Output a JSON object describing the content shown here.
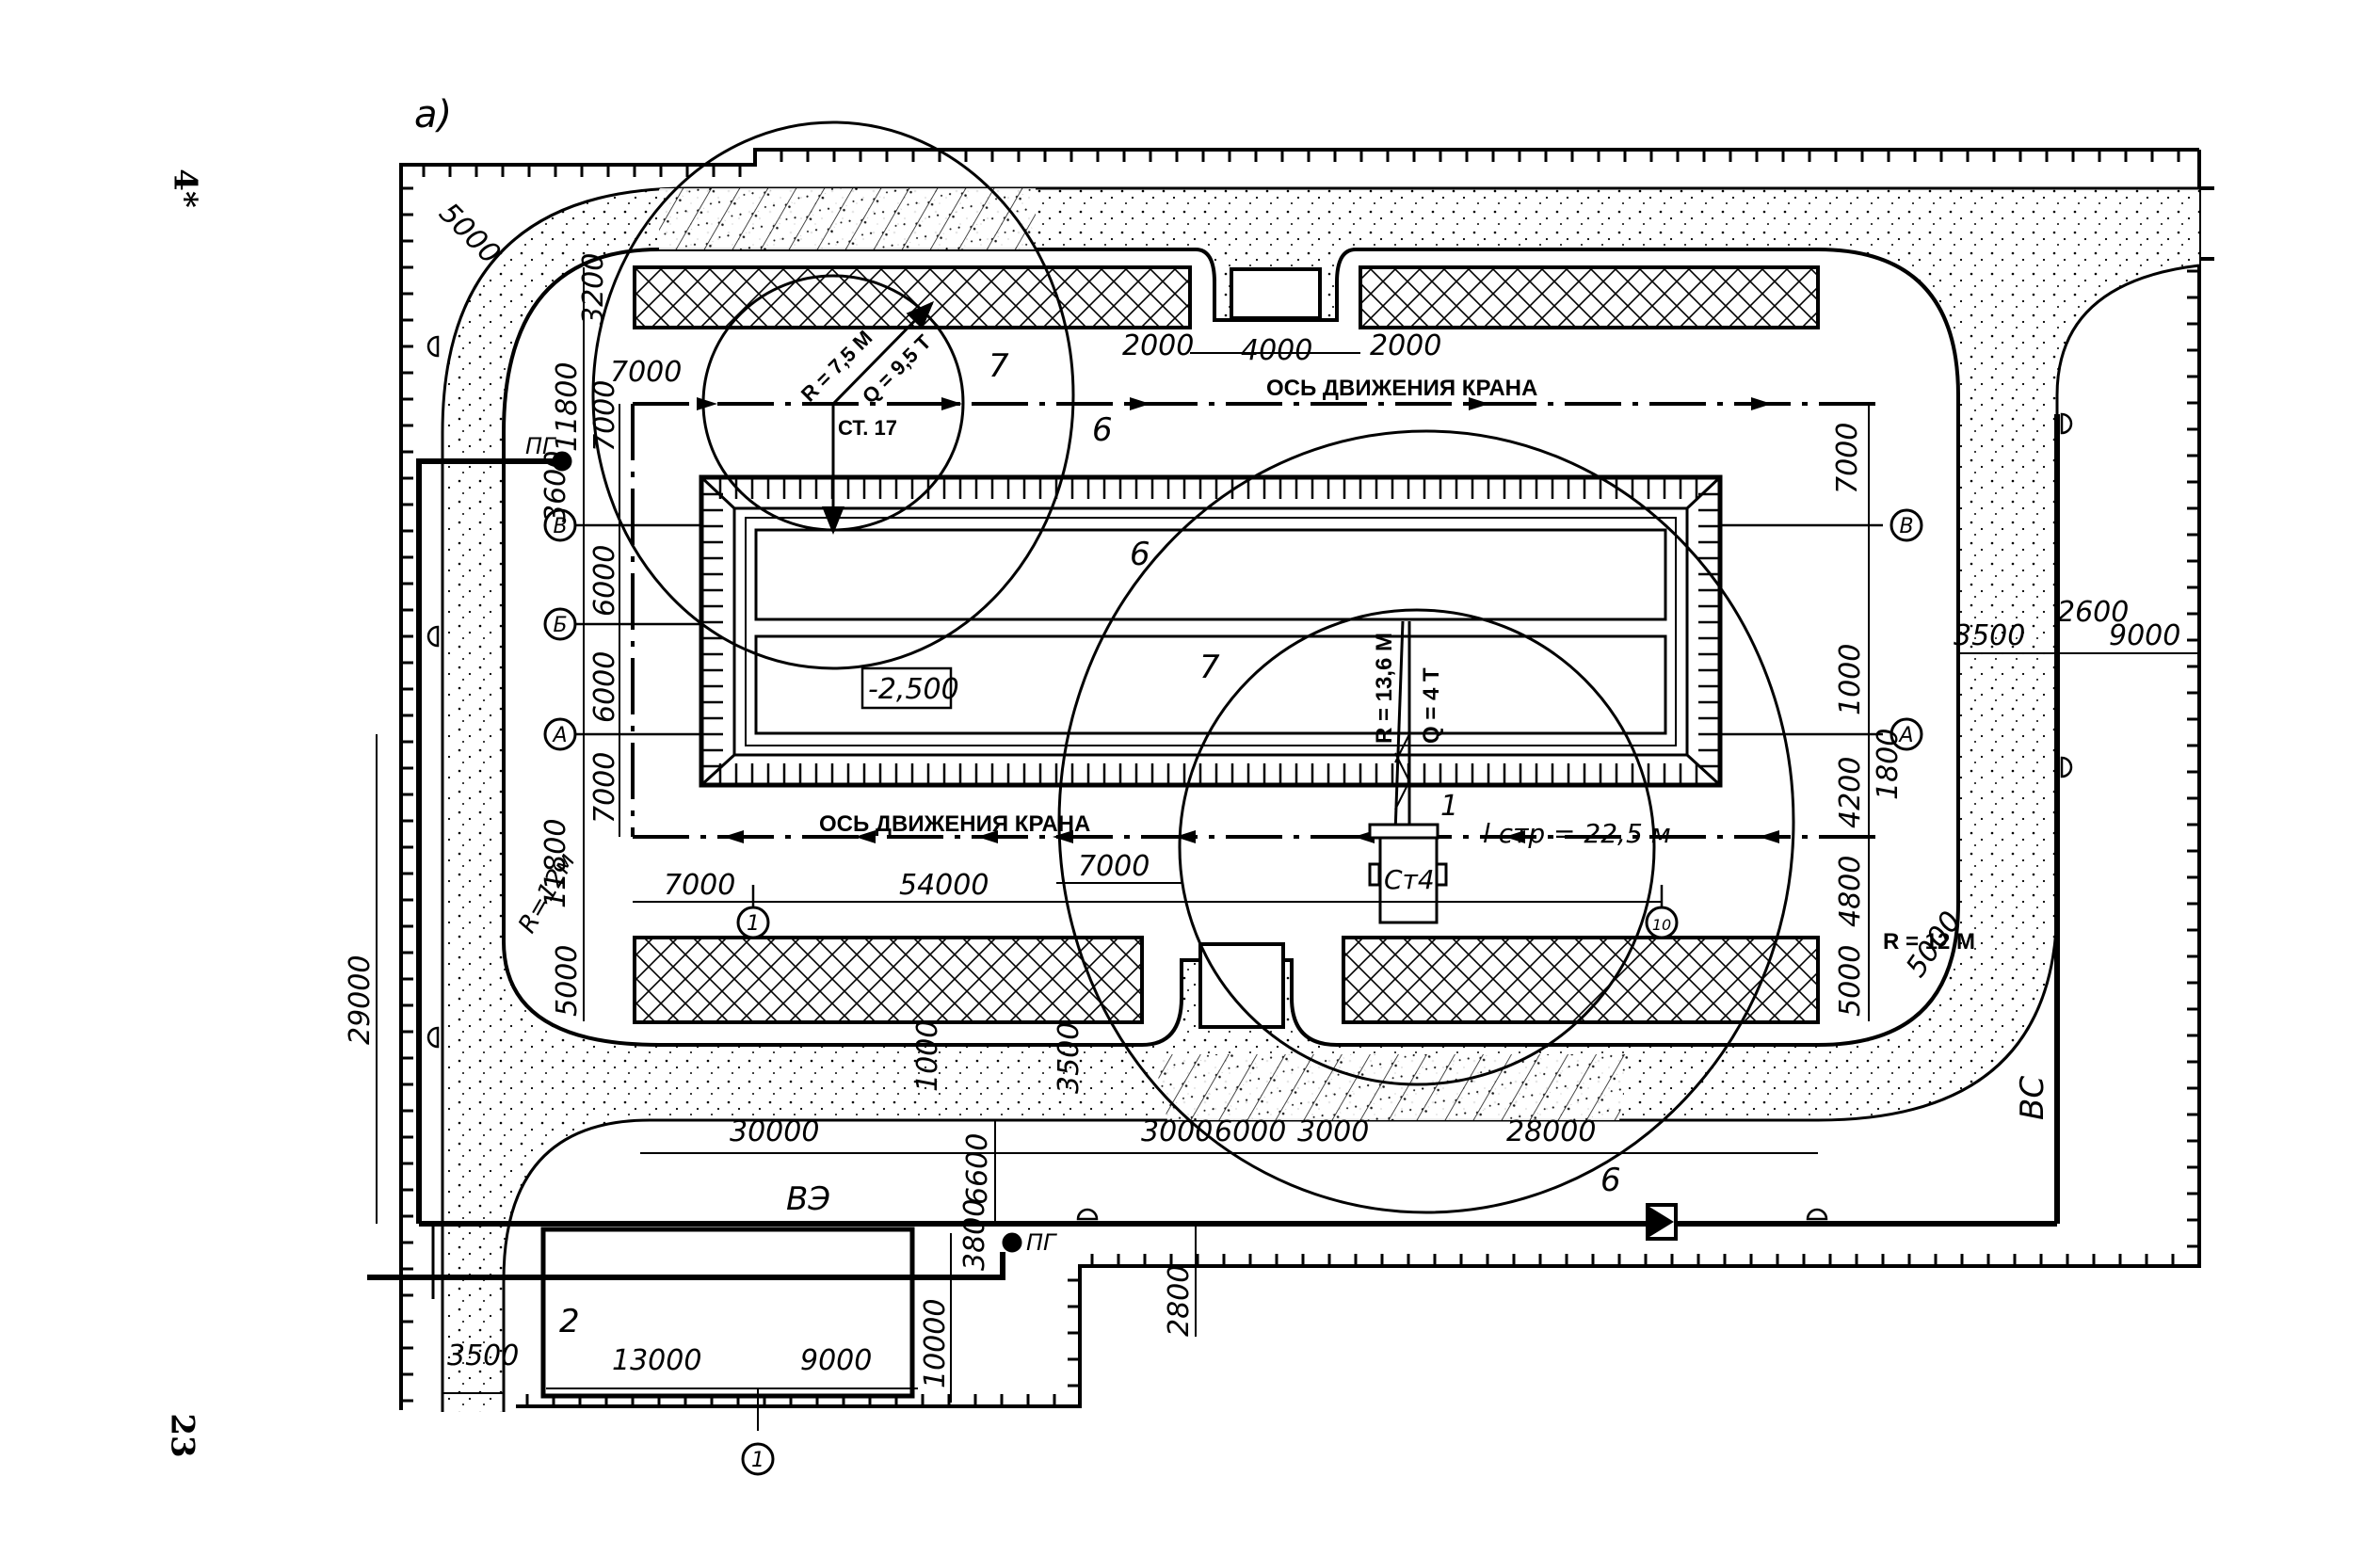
{
  "figure": {
    "label": "а)",
    "page_number": "23",
    "sheet_mark": "4*"
  },
  "labels": {
    "crane_axis_top": "ОСЬ ДВИЖЕНИЯ  КРАНА",
    "crane_axis_bottom": "ОСЬ ДВИЖЕНИЯ КРАНА",
    "crane_top_radius": "R = 7,5 М",
    "crane_top_load": "Q = 9,5 Т",
    "crane_top_station": "СТ. 17",
    "crane_main_radius": "R = 13,6 М",
    "crane_main_load": "Q = 4 Т",
    "crane_main_station": "Ст4",
    "crane_track_length": "l стр = 22,5 м",
    "pit_elevation": "-2,500",
    "road_radius_left": "R=12м",
    "road_radius_right": "R =  12   М",
    "hydrant_top": "ПГ",
    "hydrant_bottom": "ПГ",
    "power_line": "ВЭ",
    "water_line": "ВС",
    "callout_1_crane": "1",
    "callout_2_building": "2",
    "callout_6_danger_zone": "6",
    "callout_7_work_zone": "7"
  },
  "axes": {
    "rows": [
      "В",
      "Б",
      "А"
    ],
    "columns": [
      "1",
      "10"
    ],
    "building_axis": "1"
  },
  "dimensions": {
    "top_road_width": "5000",
    "top_storage_offset": "3200",
    "top_gap_left": "2000",
    "top_gap_mid": "4000",
    "top_gap_right": "2000",
    "left_7000_horizontal": "7000",
    "left_11800_top": "11800",
    "left_7000_vertical_top": "7000",
    "left_3600": "3600",
    "left_6000_a": "6000",
    "left_6000_b": "6000",
    "left_7000_vertical_bottom": "7000",
    "left_11800_bottom": "11800",
    "left_5000": "5000",
    "left_29000": "29000",
    "bottom_7000_left": "7000",
    "bottom_54000": "54000",
    "bottom_7000_mid": "7000",
    "right_7000": "7000",
    "right_1000": "1000",
    "right_1800": "1800",
    "right_4200": "4200",
    "right_4800": "4800",
    "right_5000_storage": "5000",
    "right_5000_road": "5000",
    "right_3500": "3500",
    "right_2600": "2600",
    "right_9000": "9000",
    "lower_1000": "1000",
    "lower_3500": "3500",
    "lower_30000": "30000",
    "lower_3000_a": "3000",
    "lower_6000": "6000",
    "lower_3000_b": "3000",
    "lower_28000": "28000",
    "lower_6600": "6600",
    "lower_3800": "3800",
    "lower_2800": "2800",
    "building_13000": "13000",
    "building_9000": "9000",
    "building_10000": "10000",
    "entry_3500": "3500"
  }
}
